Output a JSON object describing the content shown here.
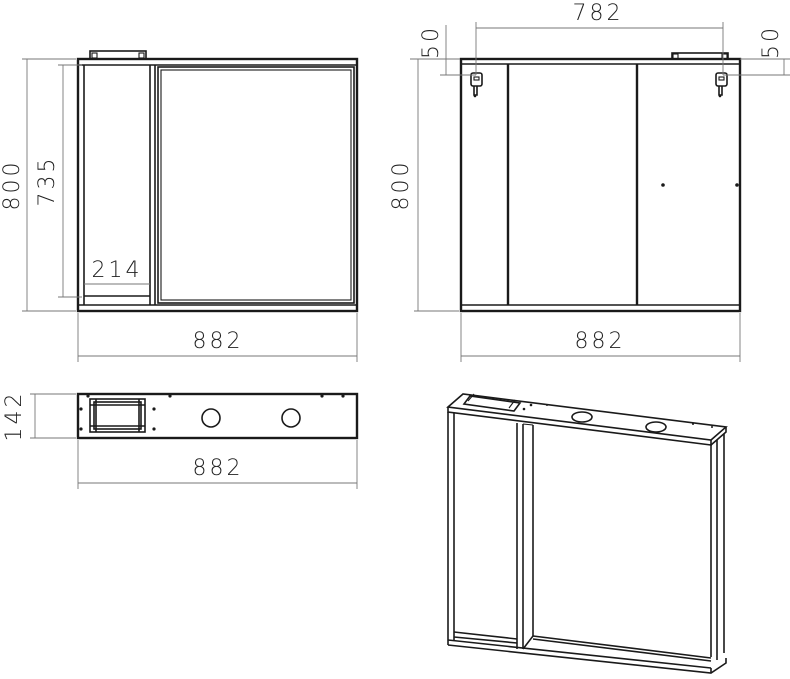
{
  "drawing": {
    "subject": "mirror cabinet with left open shelf section",
    "units": "mm",
    "colors": {
      "line": "#1a1a1a",
      "dimension_line": "#777777",
      "text": "#222222",
      "background": "#ffffff"
    }
  },
  "views": {
    "front": {
      "label": "front-view",
      "dims": {
        "width": "882",
        "height": "800",
        "inner_height": "735",
        "shelf_width": "214"
      }
    },
    "back": {
      "label": "back-view",
      "dims": {
        "width": "882",
        "height": "800",
        "hanger_spacing": "782",
        "hanger_offset_left": "50",
        "hanger_offset_right": "50"
      }
    },
    "top": {
      "label": "top-view",
      "dims": {
        "width": "882",
        "depth": "142"
      }
    },
    "isometric": {
      "label": "isometric-view"
    }
  }
}
